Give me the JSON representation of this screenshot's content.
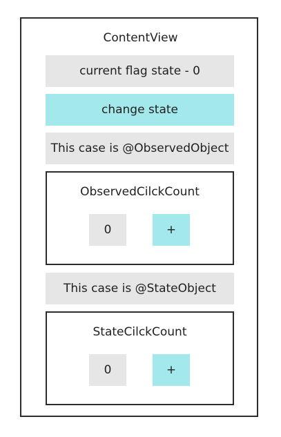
{
  "content_view": {
    "title": "ContentView",
    "flag_state_label": "current flag state - 0",
    "change_state_label": "change state"
  },
  "observed_section": {
    "caption": "This case is @ObservedObject",
    "view_title": "ObservedCilckCount",
    "count_value": "0",
    "plus_label": "+"
  },
  "state_section": {
    "caption": "This case is @StateObject",
    "view_title": "StateCilckCount",
    "count_value": "0",
    "plus_label": "+"
  },
  "colors": {
    "label_background": "#e6e6e6",
    "button_background": "#a3e9ec",
    "border": "#2b2b2b"
  }
}
